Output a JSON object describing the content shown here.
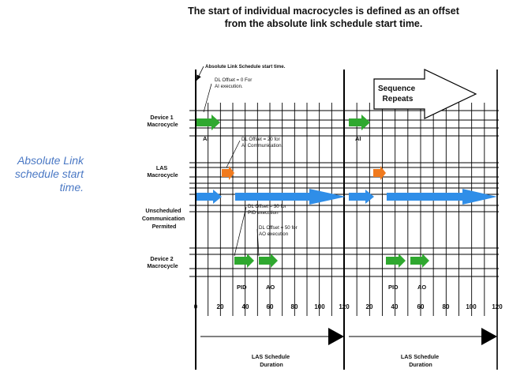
{
  "header": {
    "line1": "The start of individual macrocycles is defined as an offset",
    "line2": "from the absolute link schedule start time."
  },
  "side_caption": {
    "line1": "Absolute Link",
    "line2": "schedule start",
    "line3": "time."
  },
  "diagram": {
    "start_label": "Absolute Link Schedule start time.",
    "dl_offset_0": {
      "line1": "DL Offset = 0 For",
      "line2": "AI execution."
    },
    "dl_offset_20": {
      "line1": "DL Offset = 20 for",
      "line2": "AI Communication."
    },
    "dl_offset_30": {
      "line1": "DL Offset = 30 for",
      "line2": "PID execution"
    },
    "dl_offset_50": {
      "line1": "DL Offset = 50 for",
      "line2": "AO execution"
    },
    "rows": {
      "device1": {
        "line1": "Device 1",
        "line2": "Macrocycle"
      },
      "las": {
        "line1": "LAS",
        "line2": "Macrocycle"
      },
      "unscheduled": {
        "line1": "Unscheduled",
        "line2": "Communication",
        "line3": "Permited"
      },
      "device2": {
        "line1": "Device 2",
        "line2": "Macrocycle"
      }
    },
    "block_labels": {
      "ai": "AI",
      "pid": "PID",
      "ao": "AO"
    },
    "sequence": {
      "line1": "Sequence",
      "line2": "Repeats"
    },
    "ticks": [
      "0",
      "20",
      "40",
      "60",
      "80",
      "100",
      "120",
      "20",
      "40",
      "60",
      "80",
      "100",
      "120"
    ],
    "duration": {
      "line1": "LAS Schedule",
      "line2": "Duration"
    },
    "colors": {
      "green": "#2fa82f",
      "orange": "#f07a1e",
      "blue": "#2f8ee8",
      "black": "#000000"
    }
  }
}
